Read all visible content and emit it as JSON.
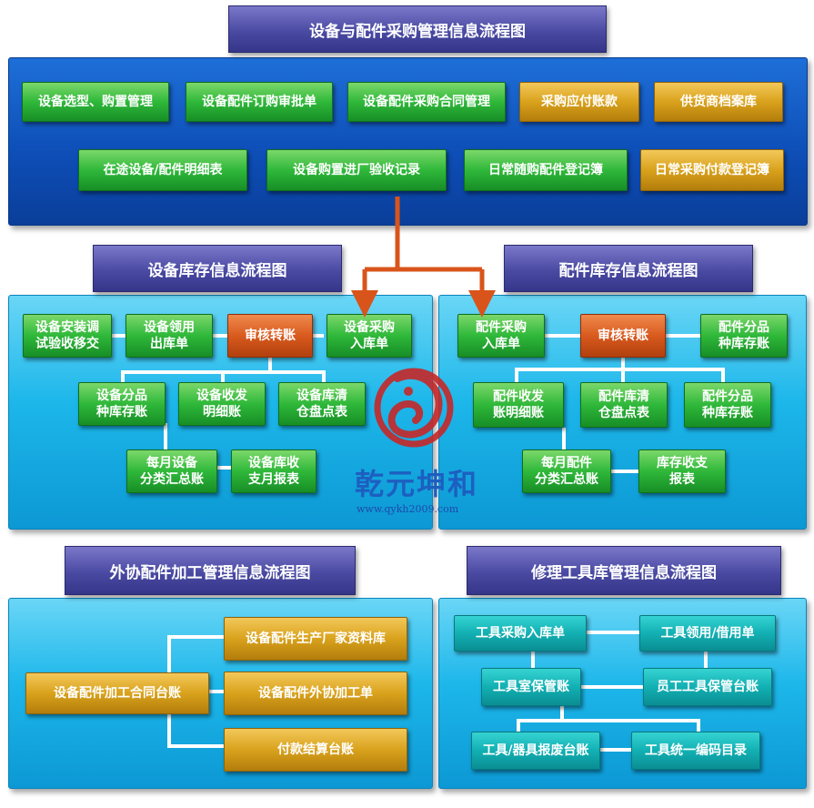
{
  "top": {
    "title": "设备与配件采购管理信息流程图",
    "row1": [
      "设备选型、购置管理",
      "设备配件订购审批单",
      "设备配件采购合同管理",
      "采购应付账款",
      "供货商档案库"
    ],
    "row2": [
      "在途设备/配件明细表",
      "设备购置进厂验收记录",
      "日常随购配件登记簿",
      "日常采购付款登记簿"
    ]
  },
  "equip_stock": {
    "title": "设备库存信息流程图",
    "row1": [
      "设备安装调\n试验收移交",
      "设备领用\n出库单",
      "审核转账",
      "设备采购\n入库单"
    ],
    "row2": [
      "设备分品\n种库存账",
      "设备收发\n明细账",
      "设备库清\n仓盘点表"
    ],
    "row3": [
      "每月设备\n分类汇总账",
      "设备库收\n支月报表"
    ]
  },
  "parts_stock": {
    "title": "配件库存信息流程图",
    "row1": [
      "配件采购\n入库单",
      "审核转账",
      "配件分品\n种库存账"
    ],
    "row2": [
      "配件收发\n账明细账",
      "配件库清\n仓盘点表",
      "配件分品\n种库存账"
    ],
    "row3": [
      "每月配件\n分类汇总账",
      "库存收支\n报表"
    ]
  },
  "outsource": {
    "title": "外协配件加工管理信息流程图",
    "main": "设备配件加工合同台账",
    "items": [
      "设备配件生产厂家资料库",
      "设备配件外协加工单",
      "付款结算台账"
    ]
  },
  "tools": {
    "title": "修理工具库管理信息流程图",
    "items": [
      "工具采购入库单",
      "工具领用/借用单",
      "工具室保管账",
      "员工工具保管台账",
      "工具/器具报废台账",
      "工具统一编码目录"
    ]
  },
  "logo": {
    "name": "乾元坤和",
    "url": "www.qykh2009.com"
  },
  "colors": {
    "panel_top": "#0e4fb8",
    "panel": "#1db7ea",
    "title": "#4a4aa3",
    "green": "#2fb83a",
    "gold": "#d9a21c",
    "red": "#d95a1e",
    "teal": "#12b0b3",
    "arrow": "#d9541a"
  }
}
